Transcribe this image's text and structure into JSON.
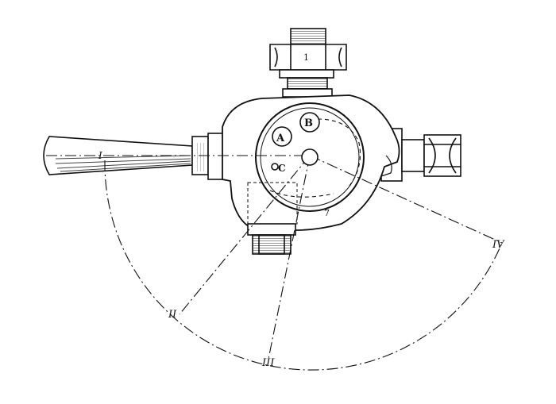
{
  "labels": {
    "port_a": "A",
    "port_b": "B",
    "port_c": "C",
    "pos_1": "I",
    "pos_2": "II",
    "pos_3": "III",
    "pos_4": "IV",
    "part_nut": "1",
    "part_body": "7"
  },
  "colors": {
    "ink": "#111111",
    "paper": "#ffffff"
  }
}
